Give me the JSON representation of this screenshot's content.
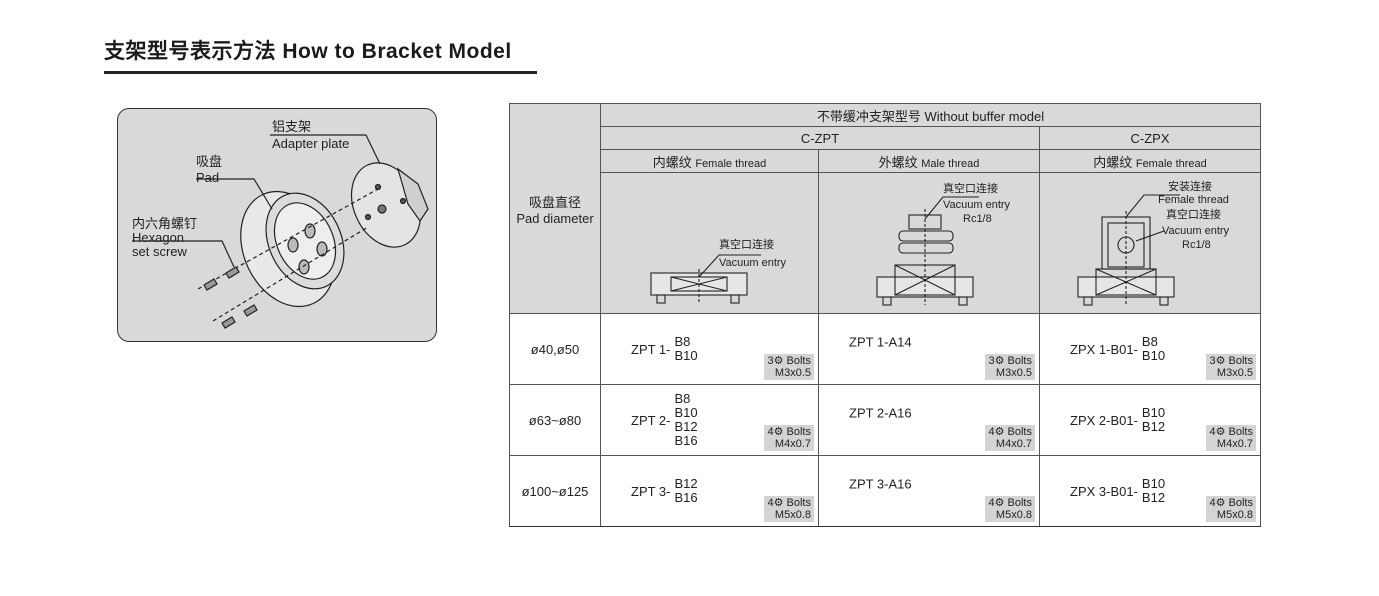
{
  "title": "支架型号表示方法 How to Bracket Model",
  "figure": {
    "label_plate_cn": "铝支架",
    "label_plate_en": "Adapter plate",
    "label_pad_cn": "吸盘",
    "label_pad_en": "Pad",
    "label_screw_cn": "内六角螺钉",
    "label_screw_en1": "Hexagon",
    "label_screw_en2": "set screw"
  },
  "table": {
    "pad_diameter_cn": "吸盘直径",
    "pad_diameter_en": "Pad diameter",
    "group_header": "不带缓冲支架型号   Without buffer model",
    "zpt_header": "C-ZPT",
    "zpx_header": "C-ZPX",
    "female_cn": "内螺纹",
    "female_en": "Female thread",
    "male_cn": "外螺纹",
    "male_en": "Male thread",
    "female2_cn": "内螺纹",
    "female2_en": "Female thread",
    "diag1_cn": "真空口连接",
    "diag1_en": "Vacuum entry",
    "diag2_cn": "真空口连接",
    "diag2_en": "Vacuum entry",
    "diag2_port": "Rc1/8",
    "diag3_install_cn": "安装连接",
    "diag3_install_en": "Female thread",
    "diag3_cn": "真空口连接",
    "diag3_en": "Vacuum entry",
    "diag3_port": "Rc1/8",
    "rows": [
      {
        "diameter": "ø40,ø50",
        "female_prefix": "ZPT 1-",
        "female_opts": [
          "B8",
          "B10"
        ],
        "female_bolt_count": "3",
        "female_bolt_word": "Bolts",
        "female_bolt_size": "M3x0.5",
        "male_model": "ZPT 1-A14",
        "male_bolt_count": "3",
        "male_bolt_word": "Bolts",
        "male_bolt_size": "M3x0.5",
        "zpx_prefix": "ZPX 1-B01-",
        "zpx_opts": [
          "B8",
          "B10"
        ],
        "zpx_bolt_count": "3",
        "zpx_bolt_word": "Bolts",
        "zpx_bolt_size": "M3x0.5"
      },
      {
        "diameter": "ø63~ø80",
        "female_prefix": "ZPT 2-",
        "female_opts": [
          "B8",
          "B10",
          "B12",
          "B16"
        ],
        "female_bolt_count": "4",
        "female_bolt_word": "Bolts",
        "female_bolt_size": "M4x0.7",
        "male_model": "ZPT 2-A16",
        "male_bolt_count": "4",
        "male_bolt_word": "Bolts",
        "male_bolt_size": "M4x0.7",
        "zpx_prefix": "ZPX 2-B01-",
        "zpx_opts": [
          "B10",
          "B12"
        ],
        "zpx_bolt_count": "4",
        "zpx_bolt_word": "Bolts",
        "zpx_bolt_size": "M4x0.7"
      },
      {
        "diameter": "ø100~ø125",
        "female_prefix": "ZPT 3-",
        "female_opts": [
          "B12",
          "B16"
        ],
        "female_bolt_count": "4",
        "female_bolt_word": "Bolts",
        "female_bolt_size": "M5x0.8",
        "male_model": "ZPT 3-A16",
        "male_bolt_count": "4",
        "male_bolt_word": "Bolts",
        "male_bolt_size": "M5x0.8",
        "zpx_prefix": "ZPX 3-B01-",
        "zpx_opts": [
          "B10",
          "B12"
        ],
        "zpx_bolt_count": "4",
        "zpx_bolt_word": "Bolts",
        "zpx_bolt_size": "M5x0.8"
      }
    ]
  }
}
